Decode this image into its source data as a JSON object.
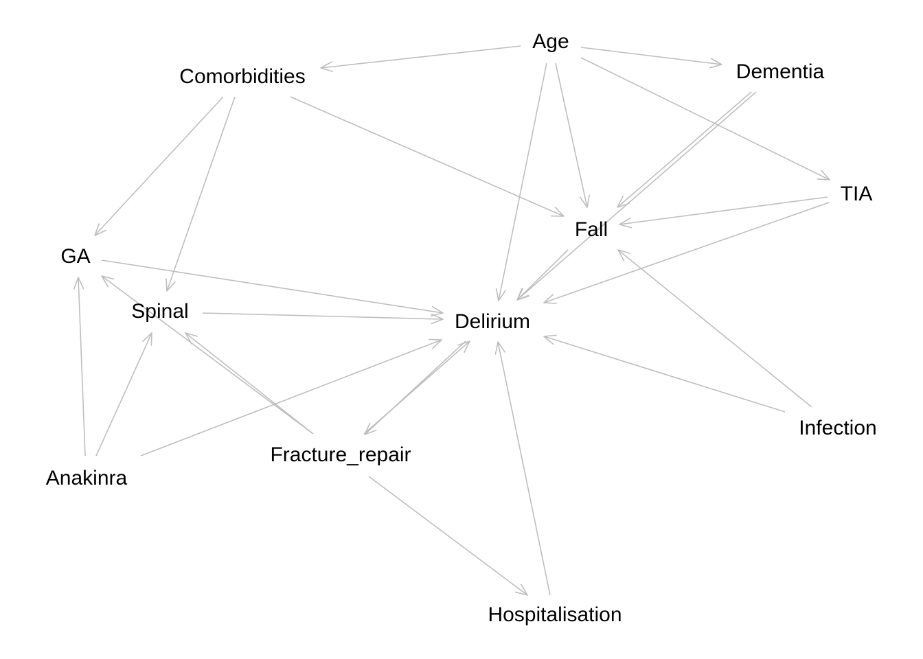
{
  "diagram": {
    "type": "directed-acyclic-graph",
    "edge_color": "#bebebe",
    "nodes": [
      {
        "id": "age",
        "label": "Age"
      },
      {
        "id": "comorbidities",
        "label": "Comorbidities"
      },
      {
        "id": "dementia",
        "label": "Dementia"
      },
      {
        "id": "tia",
        "label": "TIA"
      },
      {
        "id": "fall",
        "label": "Fall"
      },
      {
        "id": "ga",
        "label": "GA"
      },
      {
        "id": "spinal",
        "label": "Spinal"
      },
      {
        "id": "delirium",
        "label": "Delirium"
      },
      {
        "id": "infection",
        "label": "Infection"
      },
      {
        "id": "anakinra",
        "label": "Anakinra"
      },
      {
        "id": "fracture_repair",
        "label": "Fracture_repair"
      },
      {
        "id": "hospitalisation",
        "label": "Hospitalisation"
      }
    ],
    "edges": [
      {
        "from": "age",
        "to": "comorbidities"
      },
      {
        "from": "age",
        "to": "dementia"
      },
      {
        "from": "age",
        "to": "tia"
      },
      {
        "from": "age",
        "to": "fall"
      },
      {
        "from": "age",
        "to": "delirium"
      },
      {
        "from": "comorbidities",
        "to": "ga"
      },
      {
        "from": "comorbidities",
        "to": "spinal"
      },
      {
        "from": "comorbidities",
        "to": "fall"
      },
      {
        "from": "dementia",
        "to": "fall"
      },
      {
        "from": "dementia",
        "to": "delirium"
      },
      {
        "from": "tia",
        "to": "fall"
      },
      {
        "from": "tia",
        "to": "delirium"
      },
      {
        "from": "fall",
        "to": "delirium"
      },
      {
        "from": "infection",
        "to": "fall"
      },
      {
        "from": "infection",
        "to": "delirium"
      },
      {
        "from": "ga",
        "to": "delirium"
      },
      {
        "from": "spinal",
        "to": "delirium"
      },
      {
        "from": "anakinra",
        "to": "ga"
      },
      {
        "from": "anakinra",
        "to": "spinal"
      },
      {
        "from": "anakinra",
        "to": "delirium"
      },
      {
        "from": "fracture_repair",
        "to": "ga"
      },
      {
        "from": "fracture_repair",
        "to": "spinal"
      },
      {
        "from": "fracture_repair",
        "to": "delirium"
      },
      {
        "from": "delirium",
        "to": "fracture_repair"
      },
      {
        "from": "fracture_repair",
        "to": "hospitalisation"
      },
      {
        "from": "hospitalisation",
        "to": "delirium"
      }
    ]
  }
}
